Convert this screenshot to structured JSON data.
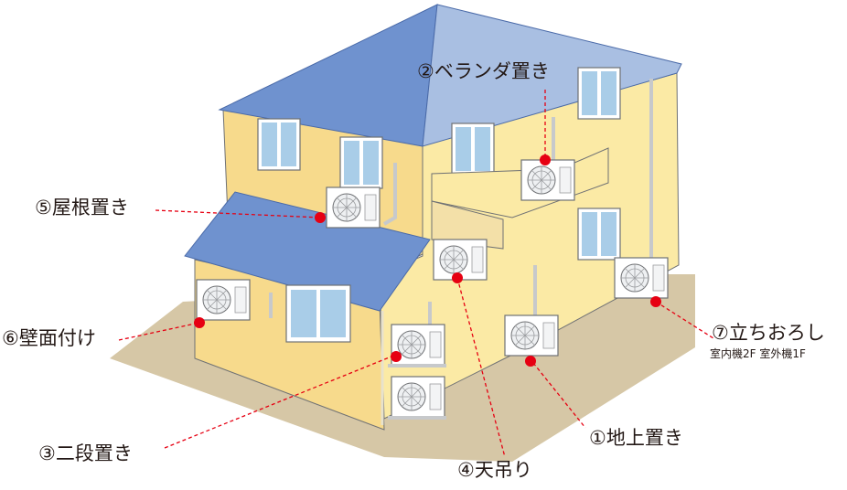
{
  "labels": {
    "ground": "①地上置き",
    "veranda": "②ベランダ置き",
    "two_tier": "③二段置き",
    "ceiling": "④天吊り",
    "roof": "⑤屋根置き",
    "wall": "⑥壁面付け",
    "drop_title": "⑦立ちおろし",
    "drop_note": "室内機2F 室外機1F"
  },
  "colors": {
    "roof_light": "#a9bfe2",
    "roof_dark": "#6f92cf",
    "wall_front": "#f7da8c",
    "wall_side": "#fbeaa5",
    "ground": "#d6c7a6",
    "window_glass": "#a9cde8",
    "marker": "#e60012"
  }
}
